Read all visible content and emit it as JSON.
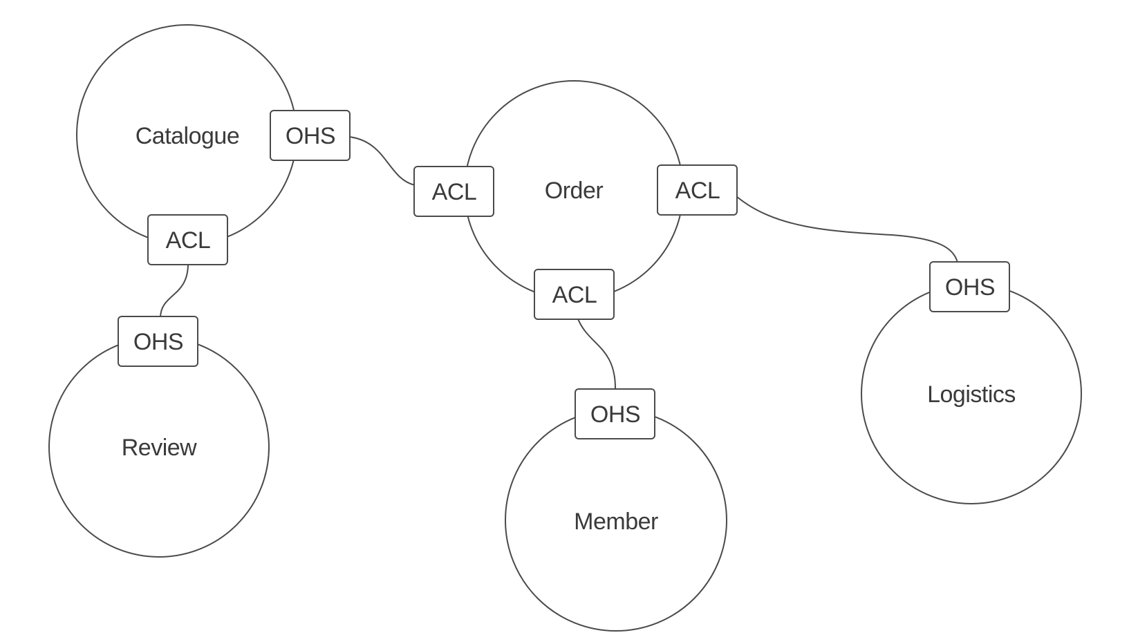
{
  "contexts": {
    "catalogue": "Catalogue",
    "review": "Review",
    "order": "Order",
    "member": "Member",
    "logistics": "Logistics"
  },
  "ports": {
    "catalogue_ohs": "OHS",
    "catalogue_acl": "ACL",
    "review_ohs": "OHS",
    "order_acl_left": "ACL",
    "order_acl_right": "ACL",
    "order_acl_bottom": "ACL",
    "member_ohs": "OHS",
    "logistics_ohs": "OHS"
  },
  "colors": {
    "stroke": "#4a4a4a",
    "text": "#3a3a3a",
    "background": "#ffffff"
  }
}
